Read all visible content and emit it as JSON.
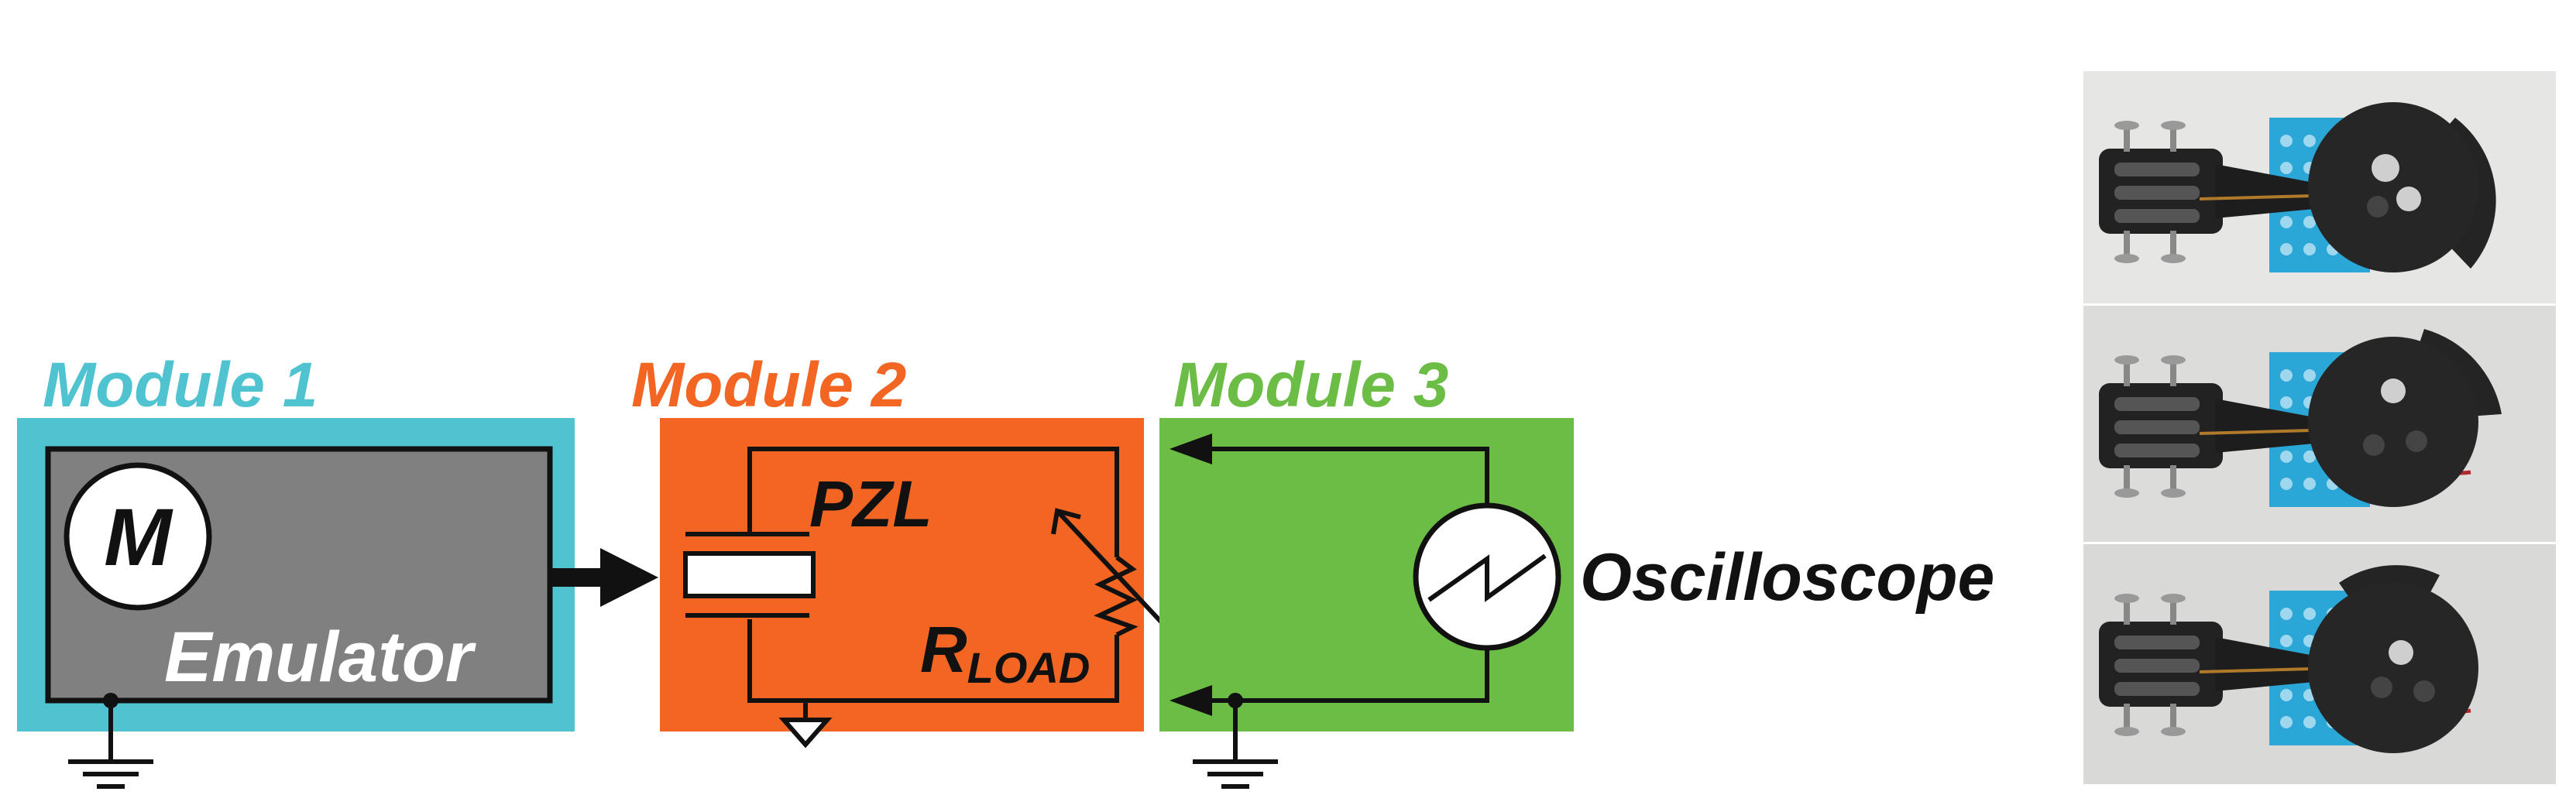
{
  "modules": [
    {
      "title": "Module 1",
      "color": "#4fc3cf"
    },
    {
      "title": "Module 2",
      "color": "#f26522"
    },
    {
      "title": "Module 3",
      "color": "#6cbd45"
    }
  ],
  "labels": {
    "motor": "M",
    "emulator": "Emulator",
    "pzl": "PZL",
    "rload_main": "R",
    "rload_sub": "LOAD",
    "oscilloscope": "Oscilloscope"
  },
  "icons": {
    "ground": "ground-icon",
    "motor": "motor-circle-icon",
    "waveform": "sawtooth-wave-icon",
    "resistor": "variable-resistor-icon",
    "piezo": "piezo-element-icon",
    "arrow": "signal-arrow-icon"
  },
  "colors": {
    "emulator_fill": "#808080",
    "wire": "#111111",
    "photo_bg": "#e6e6e4",
    "part_black": "#222222",
    "part_blue": "#2aa7d6"
  }
}
